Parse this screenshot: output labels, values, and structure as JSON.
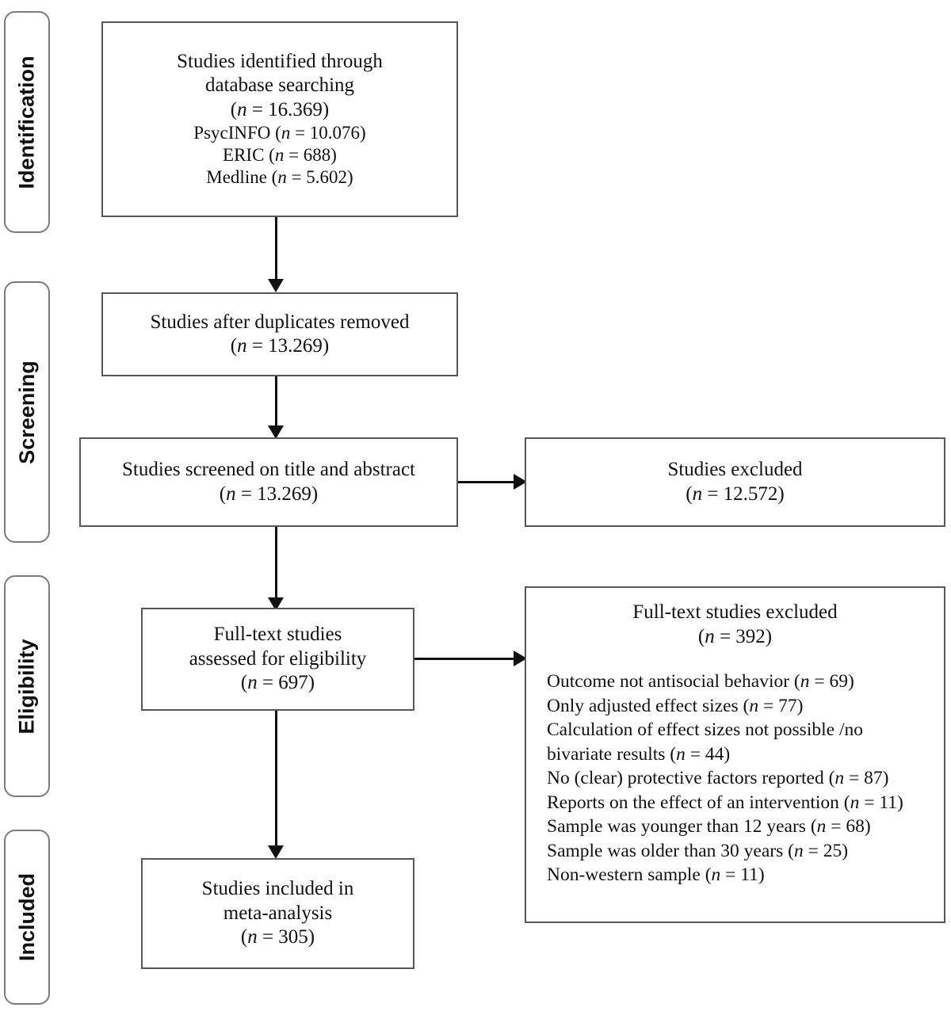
{
  "diagram": {
    "type": "prisma-flow-diagram",
    "stages": [
      {
        "id": "identification",
        "label": "Identification"
      },
      {
        "id": "screening",
        "label": "Screening"
      },
      {
        "id": "eligibility",
        "label": "Eligibility"
      },
      {
        "id": "included",
        "label": "Included"
      }
    ],
    "boxes": {
      "identified": {
        "line1": "Studies identified through",
        "line2": "database searching",
        "count": "(n = 16.369)",
        "sources": [
          "PsycINFO (n = 10.076)",
          "ERIC (n = 688)",
          "Medline (n = 5.602)"
        ]
      },
      "duplicates_removed": {
        "line1": "Studies after duplicates removed",
        "count": "(n = 13.269)"
      },
      "screened": {
        "line1": "Studies screened on title and abstract",
        "count": "(n = 13.269)"
      },
      "screened_excluded": {
        "line1": "Studies excluded",
        "count": "(n = 12.572)"
      },
      "fulltext_assessed": {
        "line1": "Full-text studies",
        "line2": "assessed for eligibility",
        "count": "(n = 697)"
      },
      "fulltext_excluded": {
        "line1": "Full-text studies excluded",
        "count": "(n = 392)",
        "reasons": [
          "Outcome not antisocial behavior (n = 69)",
          "Only adjusted effect sizes (n = 77)",
          "Calculation of effect sizes not possible /no",
          "bivariate results (n = 44)",
          "No (clear) protective factors reported (n = 87)",
          "Reports on the effect of an intervention (n = 11)",
          "Sample was younger than 12 years (n = 68)",
          "Sample was older than 30 years (n = 25)",
          "Non-western sample (n = 11)"
        ]
      },
      "included": {
        "line1": "Studies included in",
        "line2": "meta-analysis",
        "count": "(n = 305)"
      }
    },
    "colors": {
      "box_border": "#58585a",
      "stage_border": "#7b7b7b",
      "connector": "#111111",
      "background": "#ffffff",
      "text": "#111111"
    }
  }
}
